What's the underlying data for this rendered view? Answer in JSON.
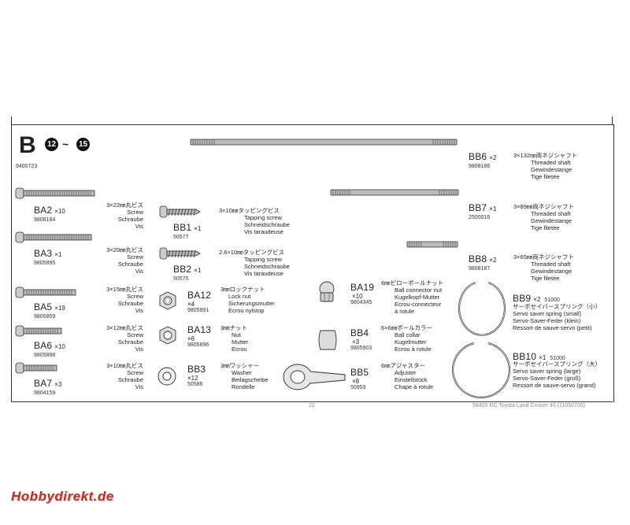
{
  "header": {
    "section": "B",
    "step_start": "12",
    "tilde": "~",
    "step_end": "15",
    "code": "9400723"
  },
  "parts": {
    "BA2": {
      "name": "BA2",
      "qty": "×10",
      "code": "9808184",
      "jp": "3×22㎜丸ビス",
      "en": "Screw",
      "de": "Schraube",
      "fr": "Vis"
    },
    "BA3": {
      "name": "BA3",
      "qty": "×1",
      "code": "9805895",
      "jp": "3×20㎜丸ビス",
      "en": "Screw",
      "de": "Schraube",
      "fr": "Vis"
    },
    "BA5": {
      "name": "BA5",
      "qty": "×19",
      "code": "9805859",
      "jp": "3×15㎜丸ビス",
      "en": "Screw",
      "de": "Schraube",
      "fr": "Vis"
    },
    "BA6": {
      "name": "BA6",
      "qty": "×10",
      "code": "9805898",
      "jp": "3×12㎜丸ビス",
      "en": "Screw",
      "de": "Schraube",
      "fr": "Vis"
    },
    "BA7": {
      "name": "BA7",
      "qty": "×3",
      "code": "9804159",
      "jp": "3×10㎜丸ビス",
      "en": "Screw",
      "de": "Schraube",
      "fr": "Vis"
    },
    "BB1": {
      "name": "BB1",
      "qty": "×1",
      "code": "50577",
      "jp": "3×10㎜タッピングビス",
      "en": "Tapping screw",
      "de": "Schneidschraube",
      "fr": "Vis taraudeuse"
    },
    "BB2": {
      "name": "BB2",
      "qty": "×1",
      "code": "50575",
      "jp": "2.6×10㎜タッピングビス",
      "en": "Tapping screw",
      "de": "Schneidschraube",
      "fr": "Vis taraudeuse"
    },
    "BA12": {
      "name": "BA12",
      "qty": "×4",
      "code": "9805991",
      "jp": "3㎜ロックナット",
      "en": "Lock nut",
      "de": "Sicherungsmutter",
      "fr": "Ecrou nylstop"
    },
    "BA13": {
      "name": "BA13",
      "qty": "×6",
      "code": "9805896",
      "jp": "3㎜ナット",
      "en": "Nut",
      "de": "Mutter",
      "fr": "Ecrou"
    },
    "BB3": {
      "name": "BB3",
      "qty": "×12",
      "code": "50586",
      "jp": "3㎜ワッシャー",
      "en": "Washer",
      "de": "Beilagscheibe",
      "fr": "Rondelle"
    },
    "BA19": {
      "name": "BA19",
      "qty": "×10",
      "code": "9804345",
      "jp": "6㎜ピローボールナット",
      "en": "Ball connector nut",
      "de": "Kugelkopf-Mutter",
      "fr": "Ecrou-connecteur",
      "fr2": "à rotule"
    },
    "BB4": {
      "name": "BB4",
      "qty": "×3",
      "code": "9805903",
      "jp": "6×6㎜ボールカラー",
      "en": "Ball collar",
      "de": "Kugelmutter",
      "fr": "Ecrou à rotule"
    },
    "BB5": {
      "name": "BB5",
      "qty": "×8",
      "code": "50953",
      "jp": "6㎜アジャスター",
      "en": "Adjuster",
      "de": "Einstellstück",
      "fr": "Chape à rotule"
    },
    "BB6": {
      "name": "BB6",
      "qty": "×2",
      "code": "9808186",
      "jp": "3×132㎜両ネジシャフト",
      "en": "Threaded shaft",
      "de": "Gewindestange",
      "fr": "Tige filetée"
    },
    "BB7": {
      "name": "BB7",
      "qty": "×1",
      "code": "2500016",
      "jp": "3×89㎜両ネジシャフト",
      "en": "Threaded shaft",
      "de": "Gewindestange",
      "fr": "Tige filetée"
    },
    "BB8": {
      "name": "BB8",
      "qty": "×2",
      "code": "9808187",
      "jp": "3×65㎜両ネジシャフト",
      "en": "Threaded shaft",
      "de": "Gewindestange",
      "fr": "Tige filetée"
    },
    "BB9": {
      "name": "BB9",
      "qty": "×2",
      "code": "51000",
      "jp": "サーボセイバースプリング（小）",
      "en": "Servo saver spring (small)",
      "de": "Servo-Saver-Feder (klein)",
      "fr": "Ressort de sauve-servo (petit)"
    },
    "BB10": {
      "name": "BB10",
      "qty": "×1",
      "code": "51000",
      "jp": "サーボセイバースプリング（大）",
      "en": "Servo saver spring (large)",
      "de": "Servo-Saver-Feder (groß)",
      "fr": "Ressort de sauve-servo (grand)"
    }
  },
  "footer": {
    "page": "22",
    "text": "58405 RC Toyota Land Cruiser 40 (11050700)"
  },
  "watermark": "Hobbydirekt.de"
}
